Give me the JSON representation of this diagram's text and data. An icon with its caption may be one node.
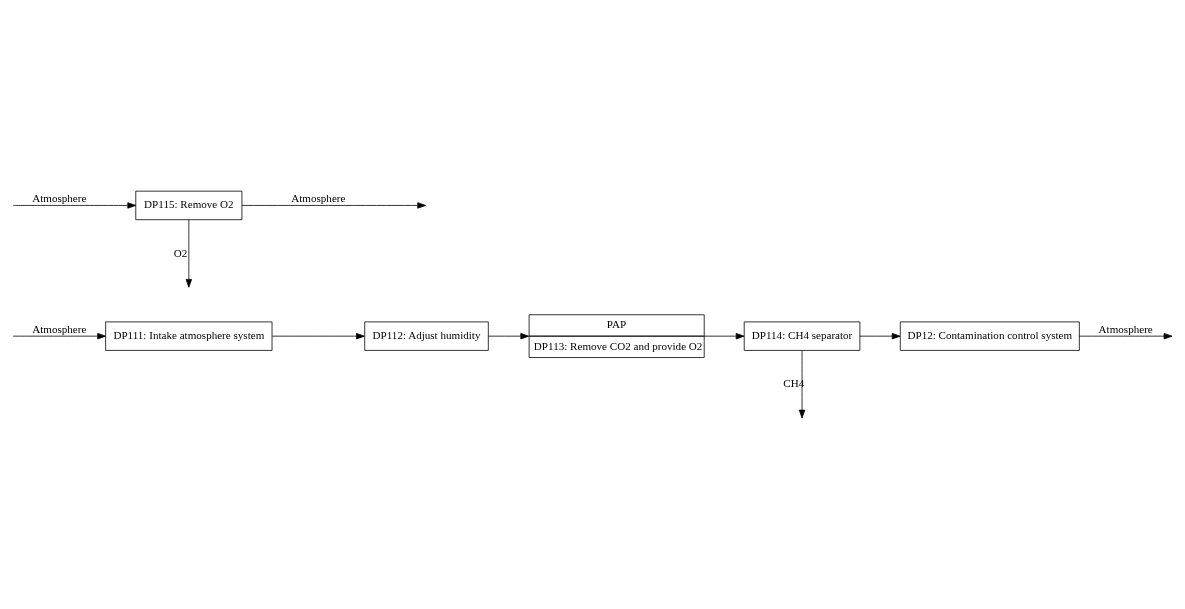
{
  "diagram": {
    "nodes": [
      {
        "text": [
          "DP111: Intake atmosphere system"
        ]
      },
      {
        "text": [
          "DP112: Adjust humidity"
        ]
      },
      {
        "text": [
          "PAP",
          "DP113: Remove CO2 and provide O2"
        ]
      },
      {
        "text": [
          "DP114: CH4 separator"
        ]
      },
      {
        "text": [
          "DP12: Contamination control system"
        ]
      },
      {
        "text": [
          "DP115: Remove O2"
        ]
      }
    ],
    "edges": [
      {
        "from": null,
        "to": 0,
        "arrow": "to",
        "label": "Atmosphere"
      },
      {
        "from": 0,
        "to": 1,
        "arrow": "to"
      },
      {
        "from": 1,
        "to": 2,
        "arrow": "to"
      },
      {
        "from": 2,
        "to": 3,
        "arrow": "to"
      },
      {
        "from": 3,
        "to": 4,
        "arrow": "to"
      },
      {
        "from": 4,
        "to": null,
        "arrow": "to",
        "label": "Atmosphere"
      },
      {
        "from": 3,
        "to": null,
        "arrow": "to",
        "label": "CH4"
      },
      {
        "from": 5,
        "to": null,
        "arrow": "to",
        "label": "Atmosphere"
      },
      {
        "from": null,
        "to": 5,
        "arrow": "to",
        "label": "Atmosphere"
      },
      {
        "from": 5,
        "to": null,
        "arrow": "to",
        "label": "O2"
      }
    ]
  }
}
